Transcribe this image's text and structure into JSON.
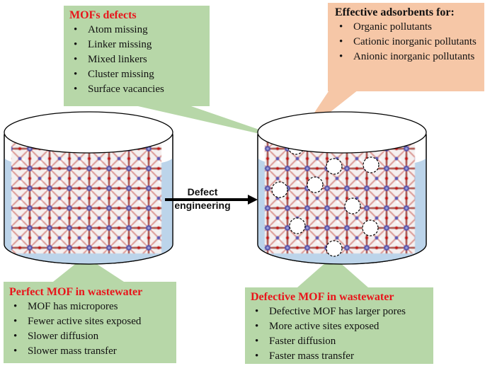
{
  "mof_defects": {
    "title": "MOFs defects",
    "items": [
      "Atom missing",
      "Linker missing",
      "Mixed linkers",
      "Cluster missing",
      "Surface vacancies"
    ]
  },
  "adsorbents": {
    "title": "Effective adsorbents for:",
    "items": [
      "Organic pollutants",
      "Cationic inorganic pollutants",
      "Anionic inorganic pollutants"
    ]
  },
  "arrow_label": {
    "line1": "Defect",
    "line2": "engineering"
  },
  "perfect_mof": {
    "title": "Perfect MOF in wastewater",
    "items": [
      "MOF has micropores",
      "Fewer active sites exposed",
      "Slower diffusion",
      "Slower mass transfer"
    ]
  },
  "defective_mof": {
    "title": "Defective MOF in wastewater",
    "items": [
      "Defective MOF has larger pores",
      "More active sites exposed",
      "Faster diffusion",
      "Faster mass transfer"
    ]
  },
  "colors": {
    "green_callout": "#b7d7a8",
    "orange_callout": "#f6c7a7",
    "red_title": "#e8151b",
    "water": "#bcd4ea",
    "mof_red": "#b02a1c",
    "mof_blue": "#4a49a6"
  },
  "bullet_glyph": "•"
}
